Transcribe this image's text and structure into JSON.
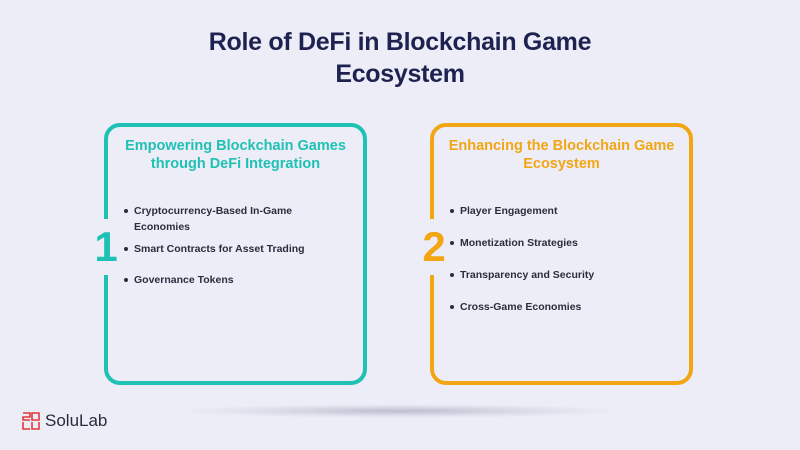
{
  "title": "Role of DeFi in Blockchain Game Ecosystem",
  "colors": {
    "background": "#ecedf6",
    "title": "#1e2250",
    "card_1_accent": "#1fc1b4",
    "card_2_accent": "#f2a614",
    "text": "#2a2d3e",
    "logo_red": "#e23a3a"
  },
  "cards": [
    {
      "number": "1",
      "title": "Empowering Blockchain Games through DeFi Integration",
      "items": [
        "Cryptocurrency-Based In-Game Economies",
        "Smart Contracts for Asset Trading",
        "Governance Tokens"
      ]
    },
    {
      "number": "2",
      "title": "Enhancing the Blockchain Game Ecosystem",
      "items": [
        "Player Engagement",
        "Monetization Strategies",
        "Transparency and Security",
        "Cross-Game Economies"
      ]
    }
  ],
  "logo": {
    "text": "SoluLab",
    "icon": "solulab-logo-icon"
  }
}
